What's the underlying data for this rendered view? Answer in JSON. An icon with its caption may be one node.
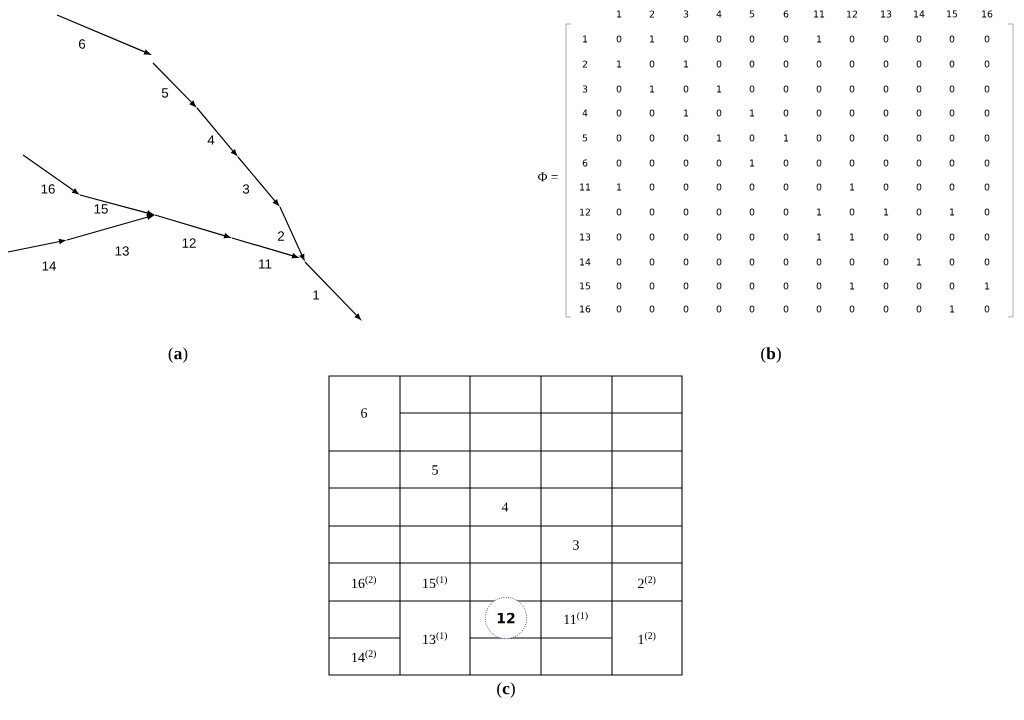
{
  "diagram": {
    "nodes": [
      {
        "text": [
          "12"
        ]
      }
    ],
    "labels": [
      "6",
      "5",
      "4",
      "16",
      "3",
      "15",
      "13",
      "12",
      "2",
      "14",
      "11",
      "1",
      "Φ =",
      "1",
      "2",
      "3",
      "4",
      "5",
      "6",
      "11",
      "12",
      "13",
      "14",
      "15",
      "16",
      "1",
      "0",
      "1",
      "0",
      "0",
      "0",
      "0",
      "1",
      "0",
      "0",
      "0",
      "0",
      "0",
      "2",
      "1",
      "0",
      "1",
      "0",
      "0",
      "0",
      "0",
      "0",
      "0",
      "0",
      "0",
      "0",
      "3",
      "0",
      "1",
      "0",
      "1",
      "0",
      "0",
      "0",
      "0",
      "0",
      "0",
      "0",
      "0",
      "4",
      "0",
      "0",
      "1",
      "0",
      "1",
      "0",
      "0",
      "0",
      "0",
      "0",
      "0",
      "0",
      "5",
      "0",
      "0",
      "0",
      "1",
      "0",
      "1",
      "0",
      "0",
      "0",
      "0",
      "0",
      "0",
      "6",
      "0",
      "0",
      "0",
      "0",
      "1",
      "0",
      "0",
      "0",
      "0",
      "0",
      "0",
      "0",
      "11",
      "1",
      "0",
      "0",
      "0",
      "0",
      "0",
      "0",
      "1",
      "0",
      "0",
      "0",
      "0",
      "12",
      "0",
      "0",
      "0",
      "0",
      "0",
      "0",
      "1",
      "0",
      "1",
      "0",
      "1",
      "0",
      "13",
      "0",
      "0",
      "0",
      "0",
      "0",
      "0",
      "1",
      "1",
      "0",
      "0",
      "0",
      "0",
      "14",
      "0",
      "0",
      "0",
      "0",
      "0",
      "0",
      "0",
      "0",
      "0",
      "1",
      "0",
      "0",
      "15",
      "0",
      "0",
      "0",
      "0",
      "0",
      "0",
      "0",
      "1",
      "0",
      "0",
      "0",
      "1",
      "16",
      "0",
      "0",
      "0",
      "0",
      "0",
      "0",
      "0",
      "0",
      "0",
      "0",
      "1",
      "0",
      "(**a**)",
      "(**b**)",
      "6",
      "5",
      "4",
      "3",
      "16$^{(2)}$",
      "15$^{(1)}$",
      "2$^{(2)}$",
      "11$^{(1)}$",
      "13$^{(1)}$",
      "1$^{(2)}$",
      "14$^{(2)}$",
      "(**c**)"
    ]
  }
}
